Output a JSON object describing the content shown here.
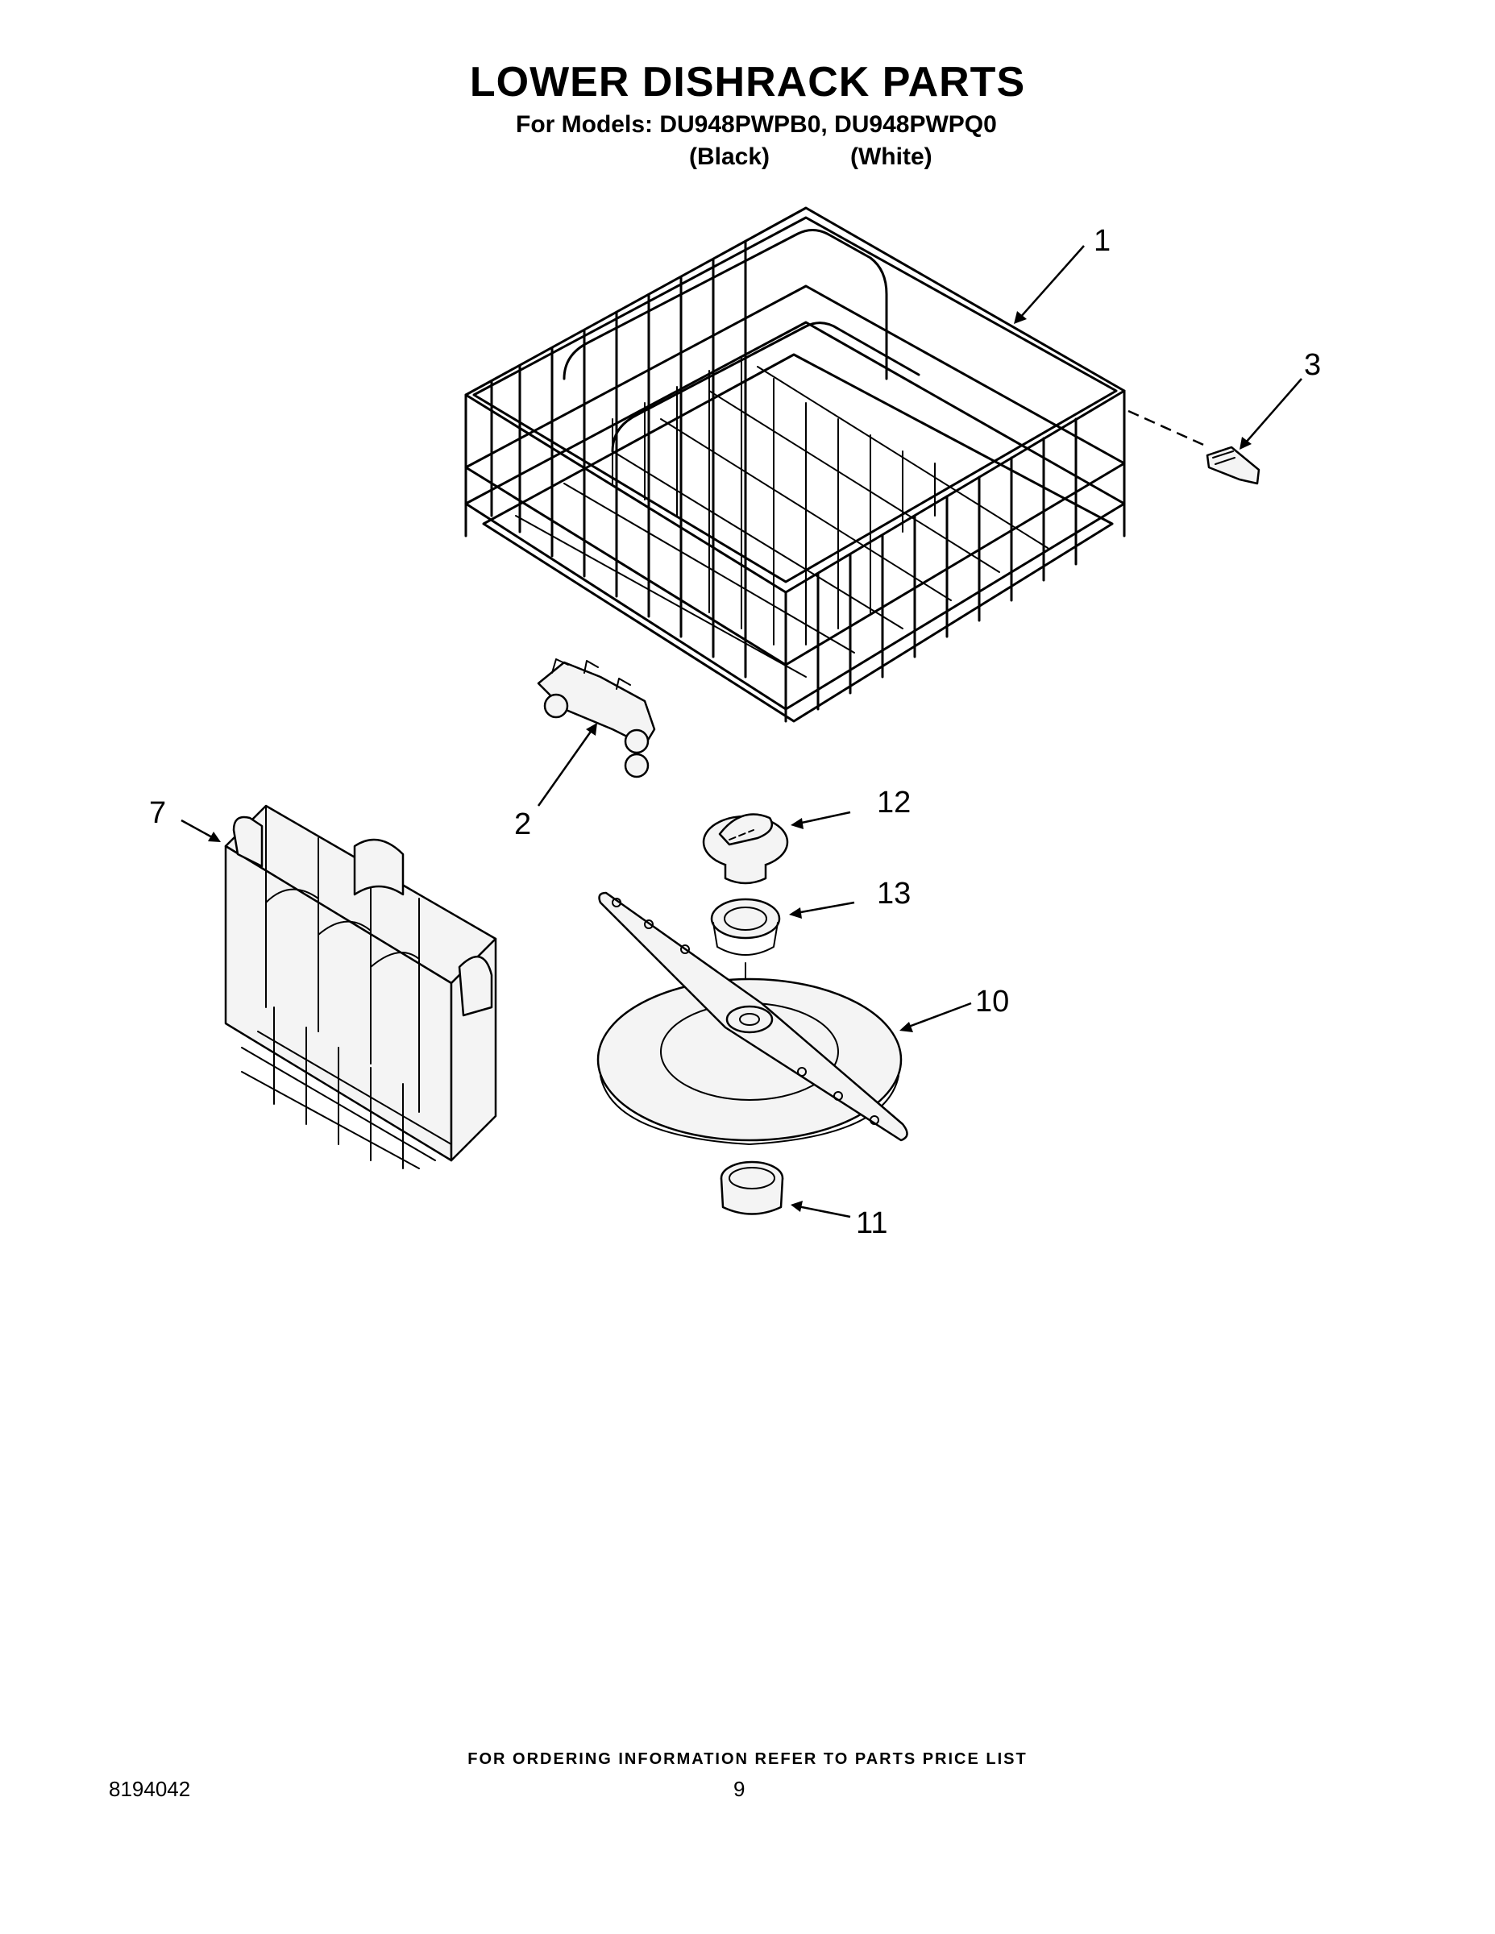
{
  "header": {
    "title": "LOWER DISHRACK PARTS",
    "subtitle": "For Models: DU948PWPB0, DU948PWPQ0",
    "variant_1": "(Black)",
    "variant_2": "(White)"
  },
  "callouts": {
    "c1": "1",
    "c2": "2",
    "c3": "3",
    "c7": "7",
    "c10": "10",
    "c11": "11",
    "c12": "12",
    "c13": "13"
  },
  "footer": {
    "ordering_note": "FOR ORDERING INFORMATION REFER TO PARTS PRICE LIST",
    "document_number": "8194042",
    "page_number": "9"
  }
}
